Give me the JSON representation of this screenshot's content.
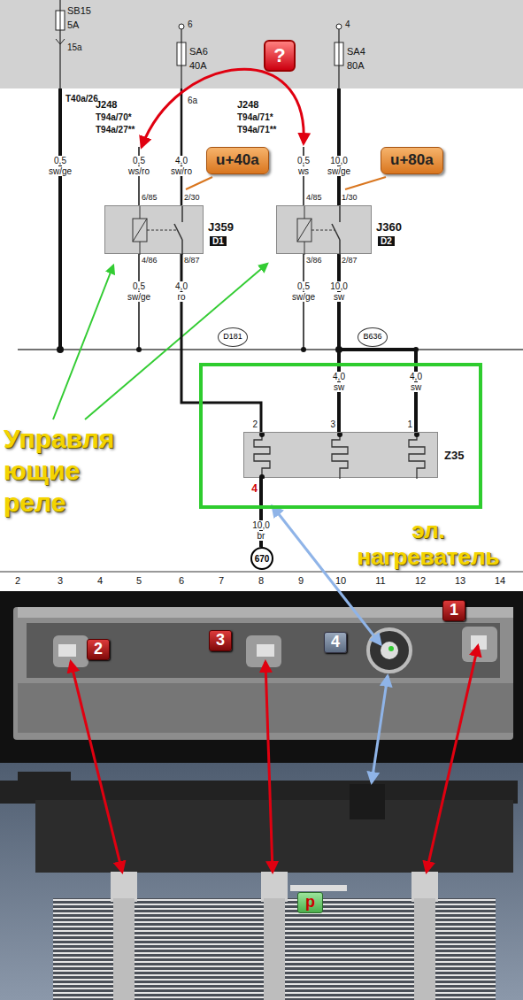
{
  "diagram": {
    "nodes": [
      {
        "text": [
          "?"
        ]
      },
      {
        "text": [
          "u+40a"
        ]
      },
      {
        "text": [
          "u+80a"
        ]
      },
      {
        "text": [
          "J359",
          "D1"
        ]
      },
      {
        "text": [
          "J360",
          "D2"
        ]
      },
      {
        "text": [
          "эл. нагреватель"
        ]
      },
      {
        "text": [
          "Z35"
        ],
        "in": 5
      },
      {
        "text": [
          "D181"
        ]
      },
      {
        "text": [
          "B636"
        ]
      },
      {
        "text": [
          "670"
        ]
      },
      {
        "text": [
          "2"
        ]
      },
      {
        "text": [
          "3"
        ]
      },
      {
        "text": [
          "4"
        ]
      },
      {
        "text": [
          "1"
        ]
      },
      {
        "text": [
          "p"
        ]
      }
    ],
    "edges": [
      {
        "from": 3,
        "to": 6,
        "arrow": "none"
      },
      {
        "from": 4,
        "to": 6,
        "arrow": "none"
      },
      {
        "from": 6,
        "to": 9,
        "arrow": "none"
      }
    ],
    "labels": [
      "SB15",
      "5A",
      "15a",
      "6",
      "SA6",
      "40A",
      "4",
      "SA4",
      "80A",
      "T40a/26",
      "J248",
      "T94a/70*",
      "T94a/27**",
      "6a",
      "J248",
      "T94a/71*",
      "T94a/71**",
      "0,5",
      "ws/ro",
      "4,0",
      "sw/ro",
      "0,5",
      "ws",
      "10,0",
      "sw/ge",
      "6/85",
      "2/30",
      "4/86",
      "8/87",
      "4/85",
      "1/30",
      "3/86",
      "2/87",
      "0,5",
      "sw/ge",
      "4,0",
      "ro",
      "0,5",
      "sw/ge",
      "10,0",
      "sw",
      "0,5",
      "sw/ge",
      "4,0",
      "sw",
      "4,0",
      "sw",
      "2",
      "3",
      "1",
      "4",
      "10,0",
      "br",
      "Управля ющие реле",
      "2",
      "3",
      "4",
      "5",
      "6",
      "7",
      "8",
      "9",
      "10",
      "11",
      "12",
      "13",
      "14"
    ]
  }
}
